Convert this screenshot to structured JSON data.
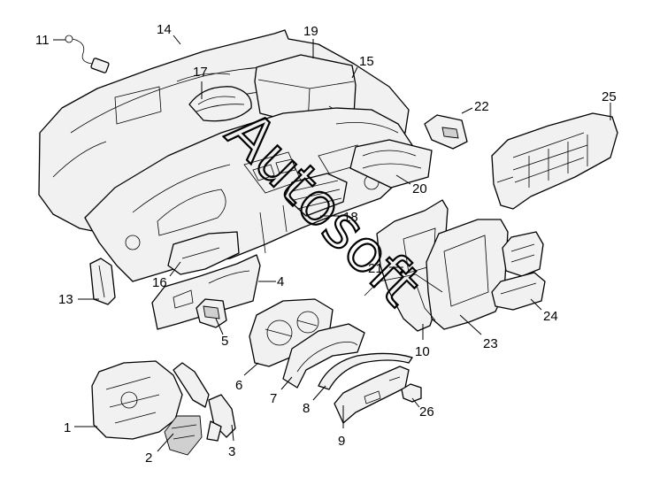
{
  "callouts": [
    {
      "id": "1",
      "label": "1"
    },
    {
      "id": "2",
      "label": "2"
    },
    {
      "id": "3",
      "label": "3"
    },
    {
      "id": "4",
      "label": "4"
    },
    {
      "id": "5",
      "label": "5"
    },
    {
      "id": "6",
      "label": "6"
    },
    {
      "id": "7",
      "label": "7"
    },
    {
      "id": "8",
      "label": "8"
    },
    {
      "id": "9",
      "label": "9"
    },
    {
      "id": "10",
      "label": "10"
    },
    {
      "id": "11",
      "label": "11"
    },
    {
      "id": "13",
      "label": "13"
    },
    {
      "id": "14",
      "label": "14"
    },
    {
      "id": "15",
      "label": "15"
    },
    {
      "id": "16",
      "label": "16"
    },
    {
      "id": "17",
      "label": "17"
    },
    {
      "id": "18",
      "label": "18"
    },
    {
      "id": "19",
      "label": "19"
    },
    {
      "id": "20",
      "label": "20"
    },
    {
      "id": "21",
      "label": "21"
    },
    {
      "id": "22",
      "label": "22"
    },
    {
      "id": "23",
      "label": "23"
    },
    {
      "id": "24",
      "label": "24"
    },
    {
      "id": "25",
      "label": "25"
    },
    {
      "id": "26",
      "label": "26"
    }
  ],
  "watermark": {
    "text": "Autosoft"
  }
}
